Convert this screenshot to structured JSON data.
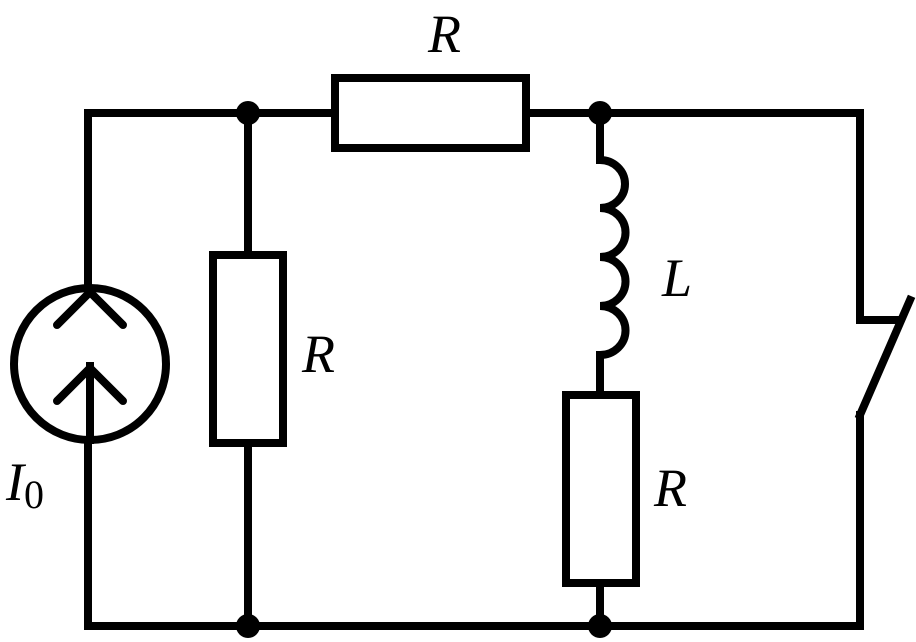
{
  "labels": {
    "r_top": "R",
    "r_left": "R",
    "r_right": "R",
    "inductor": "L",
    "source_main": "I",
    "source_sub": "0"
  }
}
